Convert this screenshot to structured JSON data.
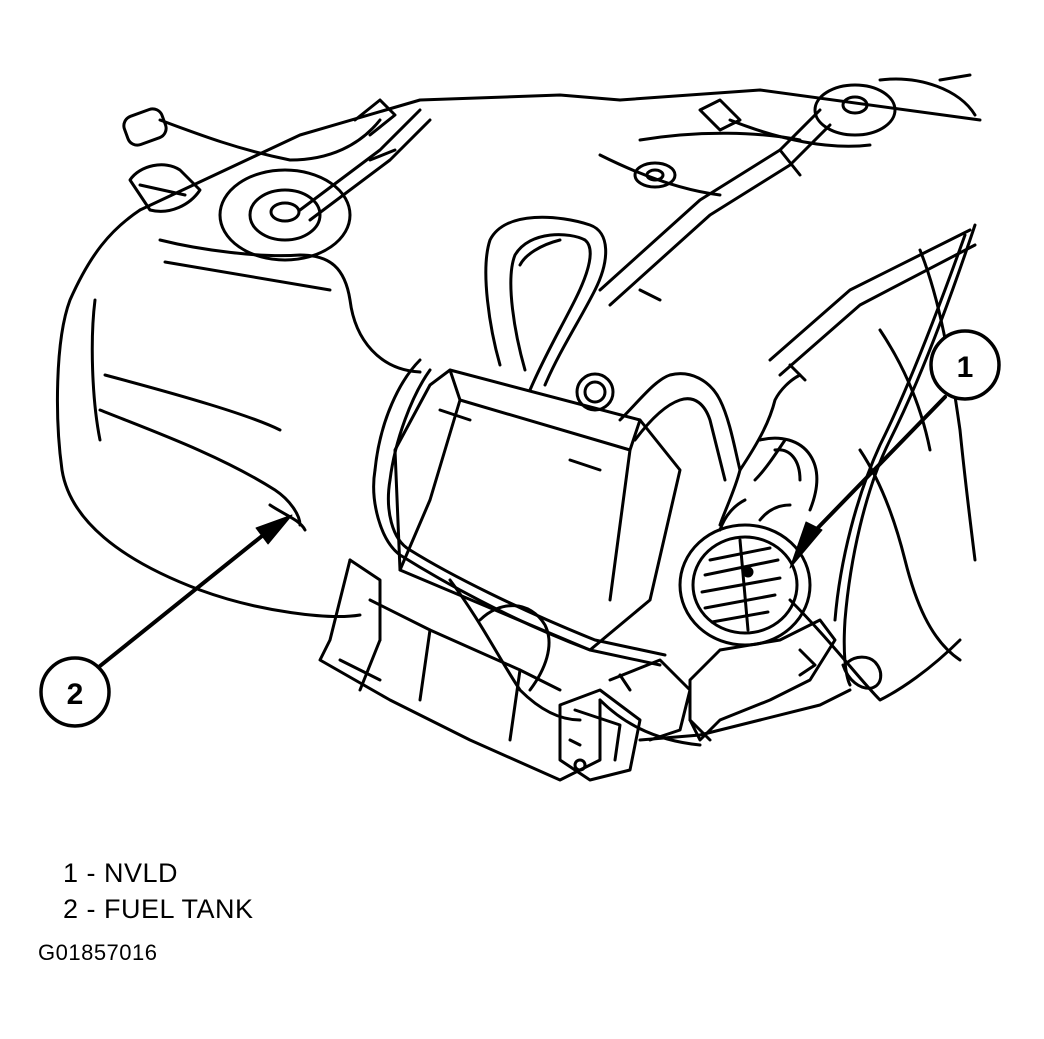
{
  "callouts": [
    {
      "number": "1",
      "target": "nvld"
    },
    {
      "number": "2",
      "target": "fuel-tank"
    }
  ],
  "legend": [
    {
      "number": "1",
      "separator": " - ",
      "label": "NVLD"
    },
    {
      "number": "2",
      "separator": " - ",
      "label": "FUEL TANK"
    }
  ],
  "figure_id": "G01857016",
  "colors": {
    "ink": "#000000",
    "background": "#ffffff"
  }
}
